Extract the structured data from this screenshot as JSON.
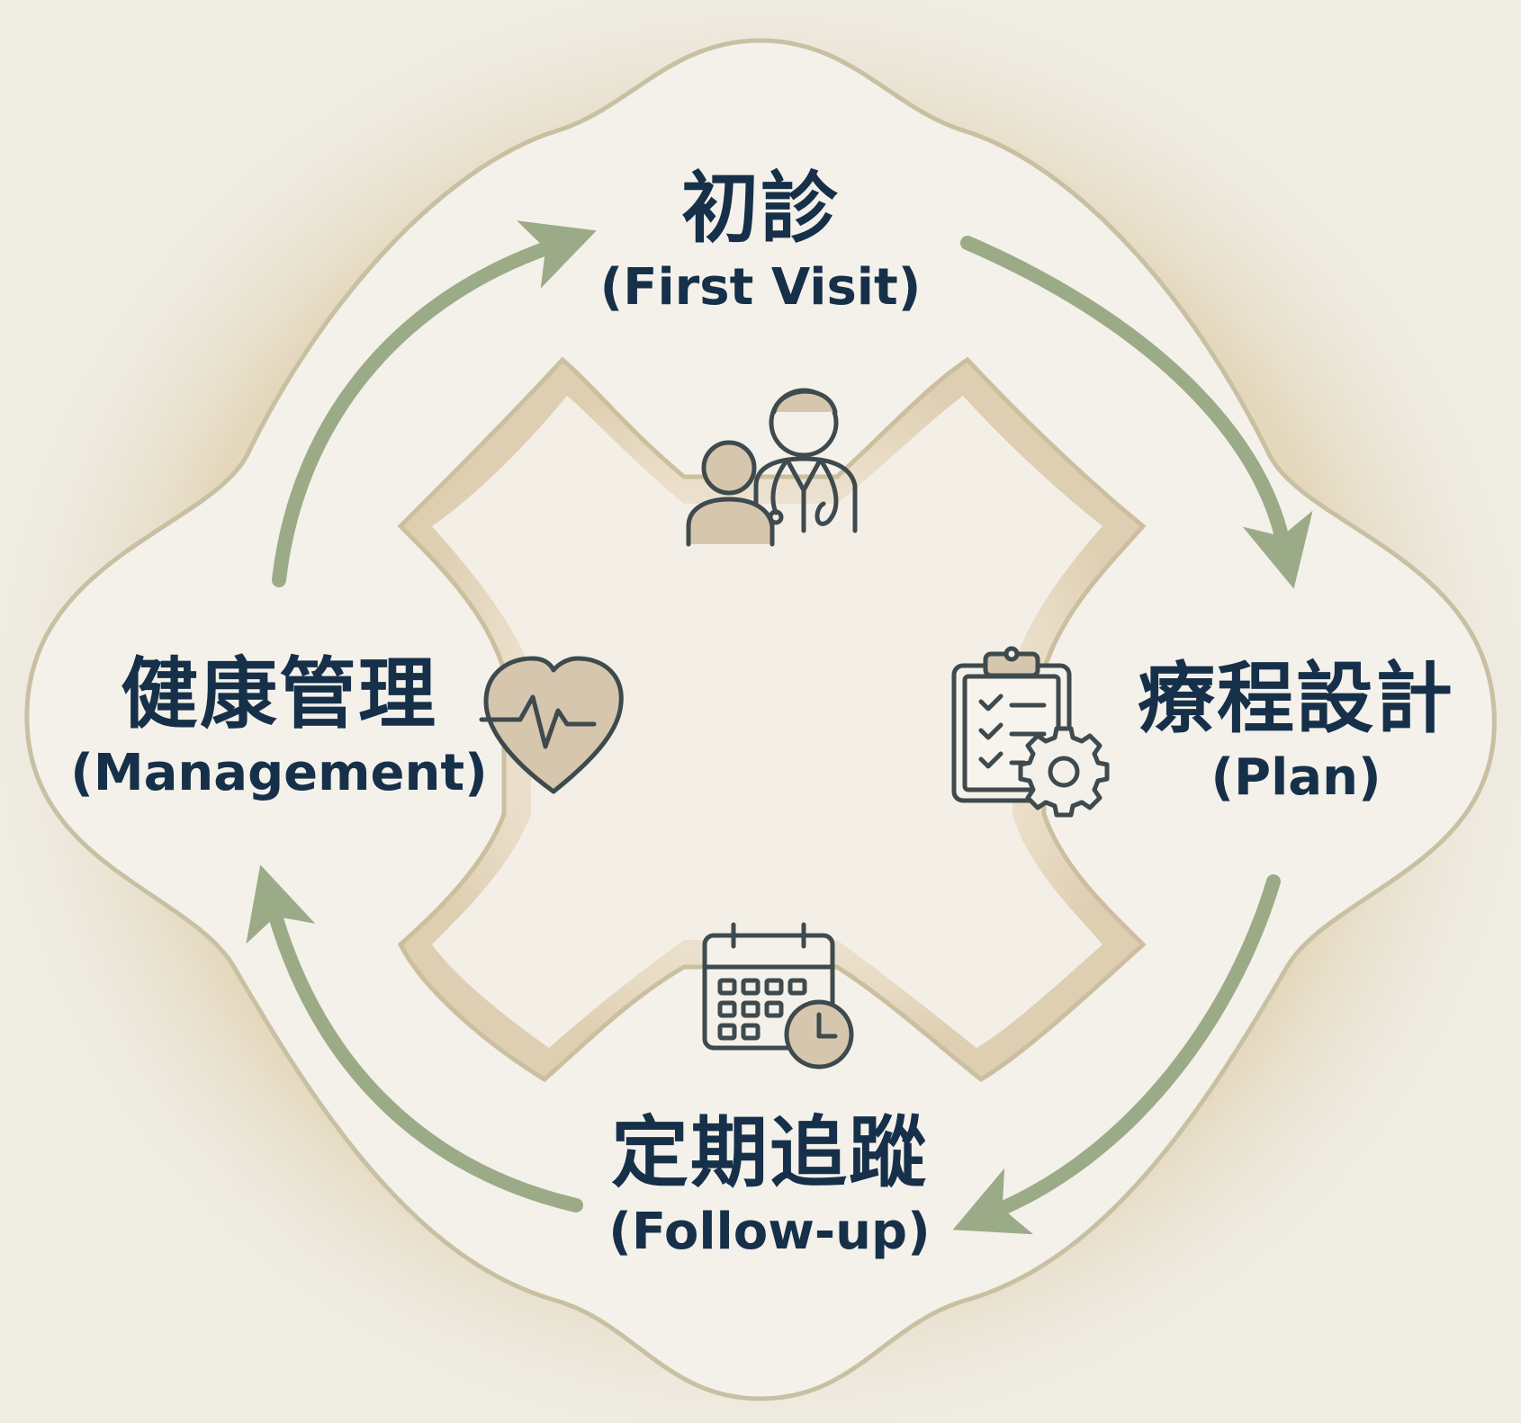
{
  "stages": {
    "first_visit": {
      "zh": "初診",
      "en": "(First Visit)"
    },
    "plan": {
      "zh": "療程設計",
      "en": "(Plan)"
    },
    "follow_up": {
      "zh": "定期追蹤",
      "en": "(Follow-up)"
    },
    "management": {
      "zh": "健康管理",
      "en": "(Management)"
    }
  },
  "icons": {
    "first_visit": "doctor-patient-icon",
    "plan": "clipboard-gear-icon",
    "follow_up": "calendar-clock-icon",
    "management": "heart-pulse-icon"
  },
  "colors": {
    "background": "#efece3",
    "outer_shape": "#f4f1ea",
    "outer_stroke": "#c8c0a2",
    "inner_shape": "#e7d9c2",
    "arrow": "#9cab87",
    "text": "#16304a",
    "icon_stroke": "#3e4a4e",
    "icon_fill": "#d6c6ad"
  },
  "flow": [
    "first_visit",
    "plan",
    "follow_up",
    "management",
    "first_visit"
  ]
}
